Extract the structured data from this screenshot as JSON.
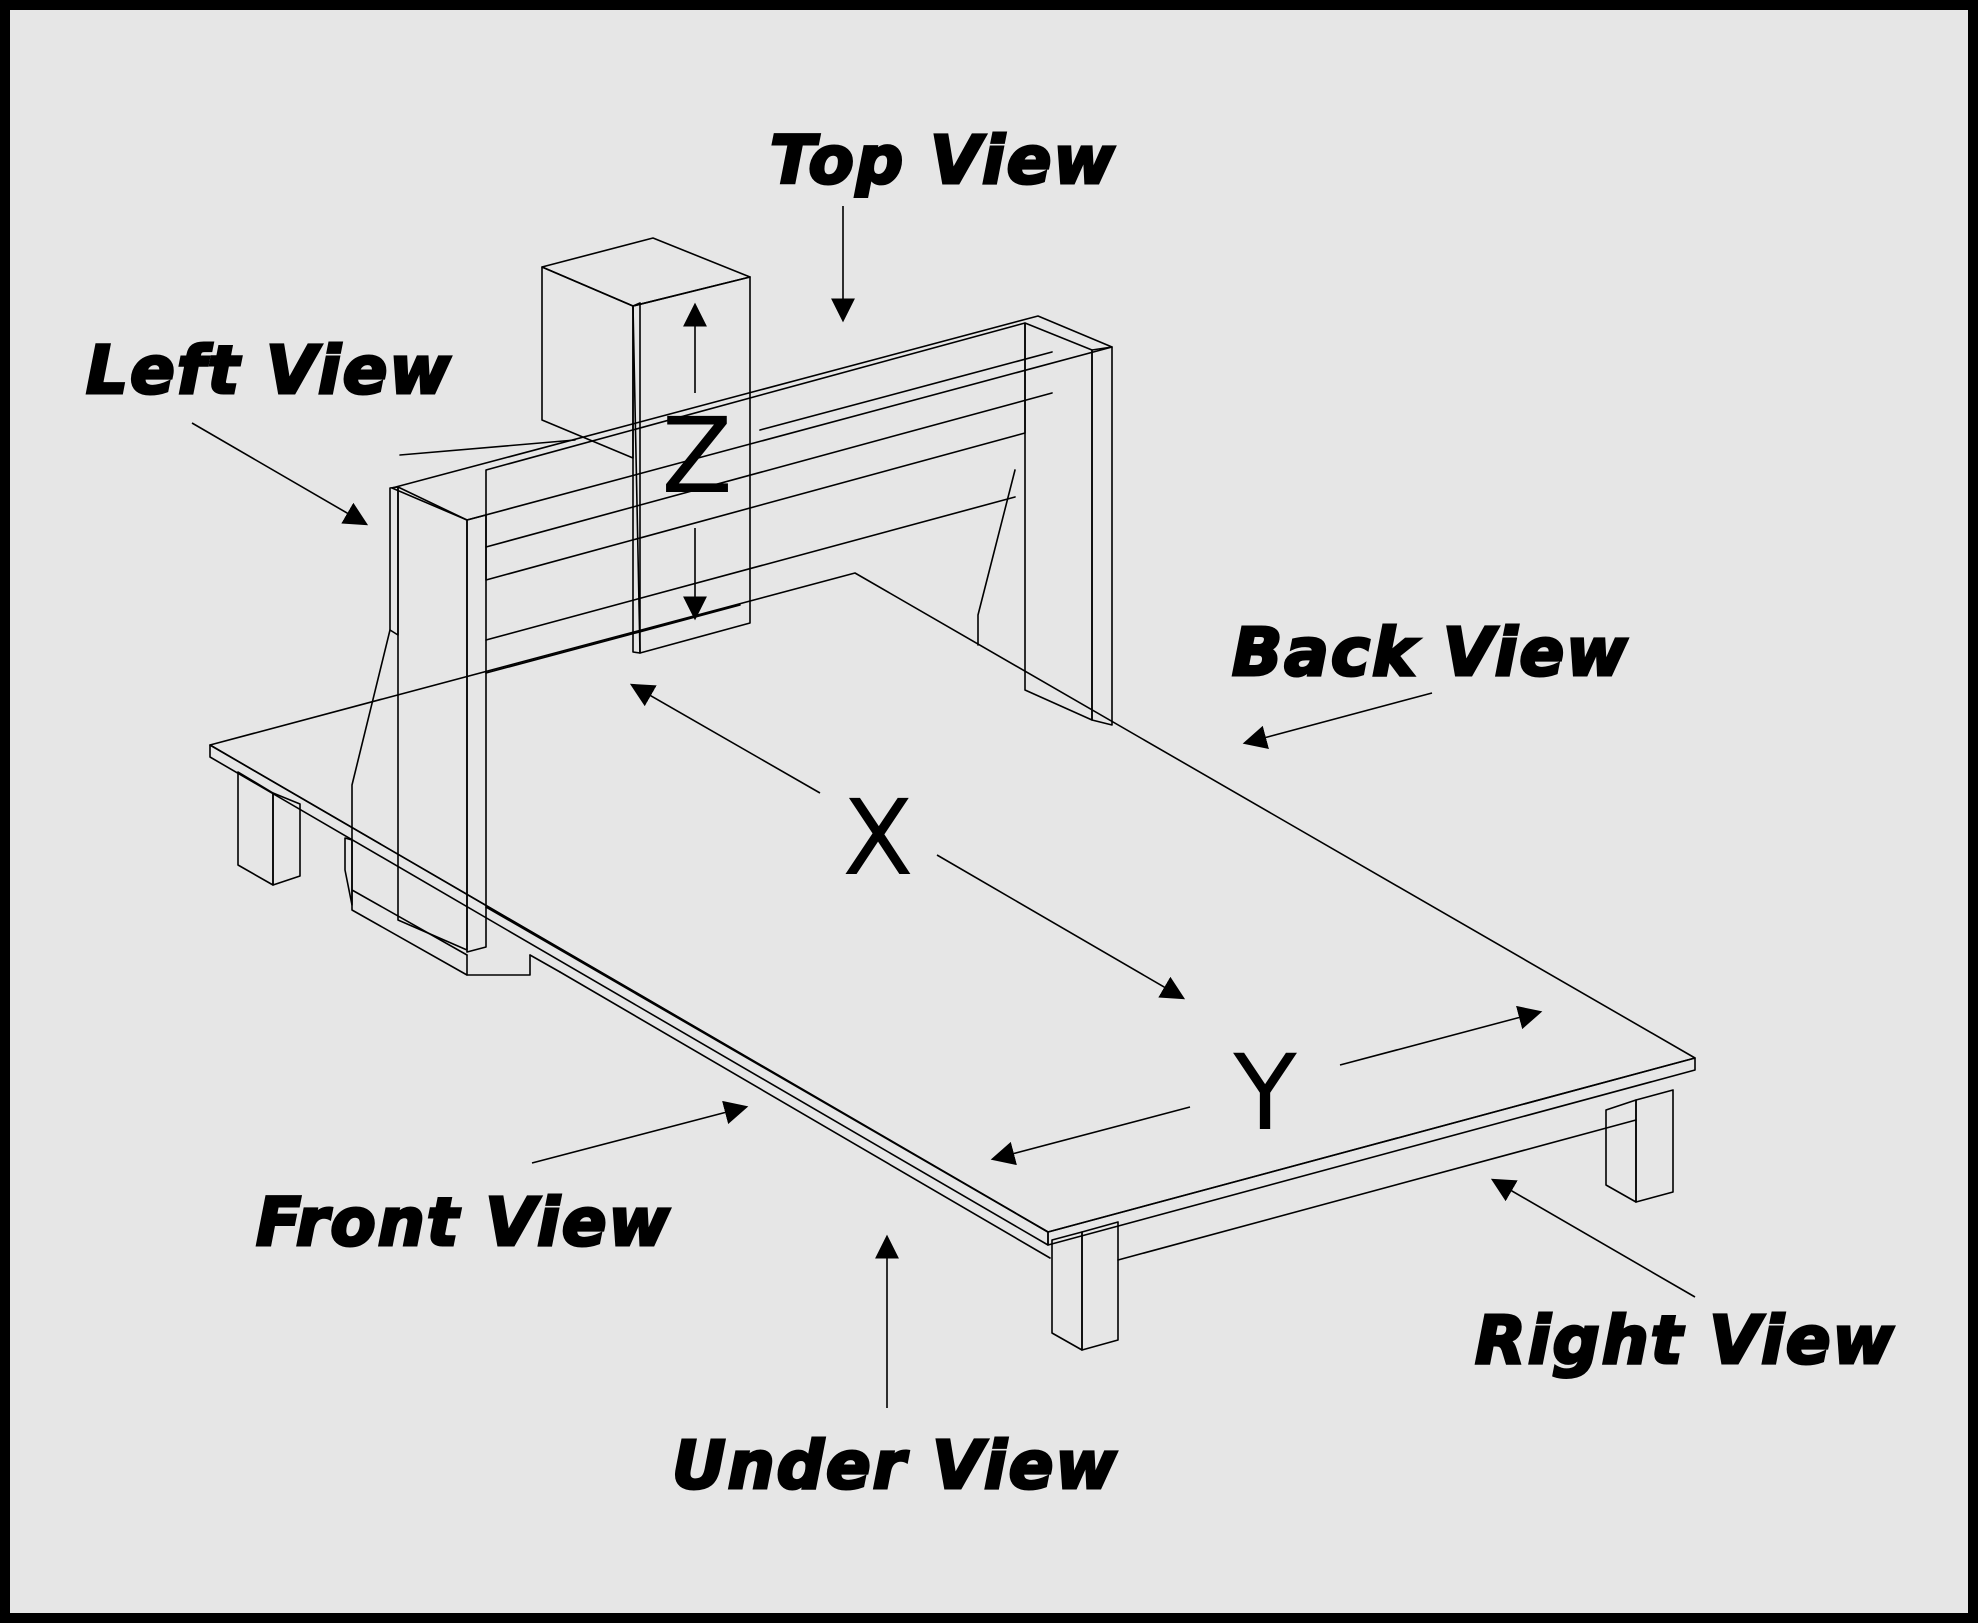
{
  "views": {
    "top": "Top View",
    "left": "Left View",
    "back": "Back View",
    "front": "Front View",
    "under": "Under View",
    "right": "Right View"
  },
  "axes": {
    "x": "X",
    "y": "Y",
    "z": "Z"
  }
}
